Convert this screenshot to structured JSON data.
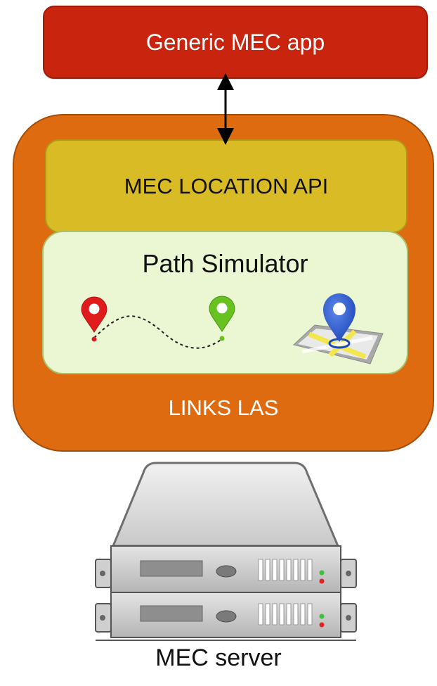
{
  "app": {
    "label": "Generic MEC app"
  },
  "las": {
    "label": "LINKS LAS"
  },
  "api": {
    "label": "MEC LOCATION API"
  },
  "simulator": {
    "title": "Path Simulator"
  },
  "server": {
    "label": "MEC server"
  },
  "colors": {
    "app_fill": "#c8240e",
    "las_fill": "#df6b10",
    "api_fill": "#d9bb26",
    "simulator_fill": "#ebf6d2",
    "start_pin": "#e01b1b",
    "end_pin": "#67c21f",
    "map_pin": "#2d5fd3"
  },
  "icons": {
    "start": "location-pin-icon",
    "end": "location-pin-icon",
    "route": "dashed-path-icon",
    "map": "map-pin-icon",
    "server": "server-rack-icon",
    "arrow": "double-arrow-icon"
  }
}
